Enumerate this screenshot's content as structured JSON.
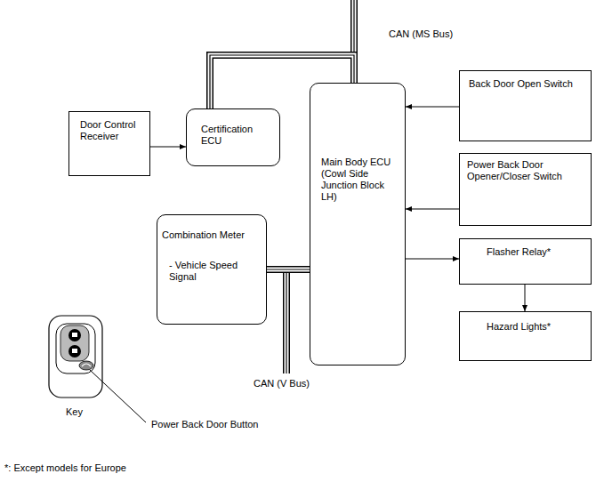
{
  "diagram": {
    "nodes": [
      {
        "text": [
          "Door Control Receiver"
        ]
      },
      {
        "text": [
          "Certification ECU"
        ]
      },
      {
        "text": [
          "Main Body ECU (Cowl Side Junction Block LH)"
        ]
      },
      {
        "text": [
          "Back Door Open Switch"
        ]
      },
      {
        "text": [
          "Power Back Door Opener/Closer Switch"
        ]
      },
      {
        "text": [
          "Flasher Relay*"
        ]
      },
      {
        "text": [
          "Hazard Lights*"
        ]
      },
      {
        "text": [
          "Combination Meter",
          "- Vehicle Speed Signal"
        ]
      }
    ],
    "edges": [
      {
        "from": 0,
        "to": 1,
        "arrow": "to"
      },
      {
        "from": 1,
        "to": 2,
        "arrow": "none"
      },
      {
        "from": 3,
        "to": 2,
        "arrow": "to"
      },
      {
        "from": 4,
        "to": 2,
        "arrow": "to"
      },
      {
        "from": 2,
        "to": 5,
        "arrow": "to"
      },
      {
        "from": 5,
        "to": 6,
        "arrow": "to"
      },
      {
        "from": 7,
        "to": 2,
        "arrow": "none"
      }
    ],
    "labels": [
      "CAN (MS Bus)",
      "CAN (V Bus)",
      "Key",
      "Power Back Door Button",
      "*: Except models for Europe"
    ]
  }
}
